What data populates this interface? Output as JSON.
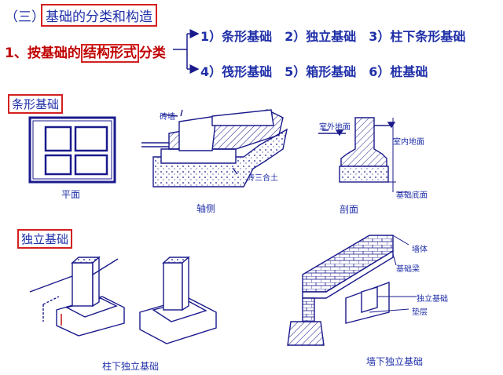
{
  "header": {
    "prefix": "（三）",
    "title": "基础的分类和构造"
  },
  "classification": {
    "before": "1、按基础的",
    "highlight": "结构形式",
    "after": "分类",
    "line1": "1）条形基础　2）独立基础　3）柱下条形基础",
    "line2": "4）筏形基础　5）箱形基础　6）桩基础"
  },
  "strip_section": {
    "title": "条形基础",
    "plan_caption": "平面",
    "axon_caption": "轴侧",
    "profile_caption": "剖面",
    "label_brick_wall": "砖墙",
    "label_lime_concrete": "碎砖三合土",
    "label_outdoor": "室外地面",
    "label_indoor": "室内地面",
    "label_bottom": "基础底面"
  },
  "isolated_section": {
    "title": "独立基础",
    "column_caption": "柱下独立基础",
    "wall_caption": "墙下独立基础",
    "label_wall": "墙体",
    "label_beam": "基础梁",
    "label_isolated": "独立基础",
    "label_cushion": "垫层"
  },
  "colors": {
    "text_blue": "#1f2fa8",
    "red": "#c00000",
    "box_red": "#d42020",
    "drawing": "#1a1a8c"
  }
}
